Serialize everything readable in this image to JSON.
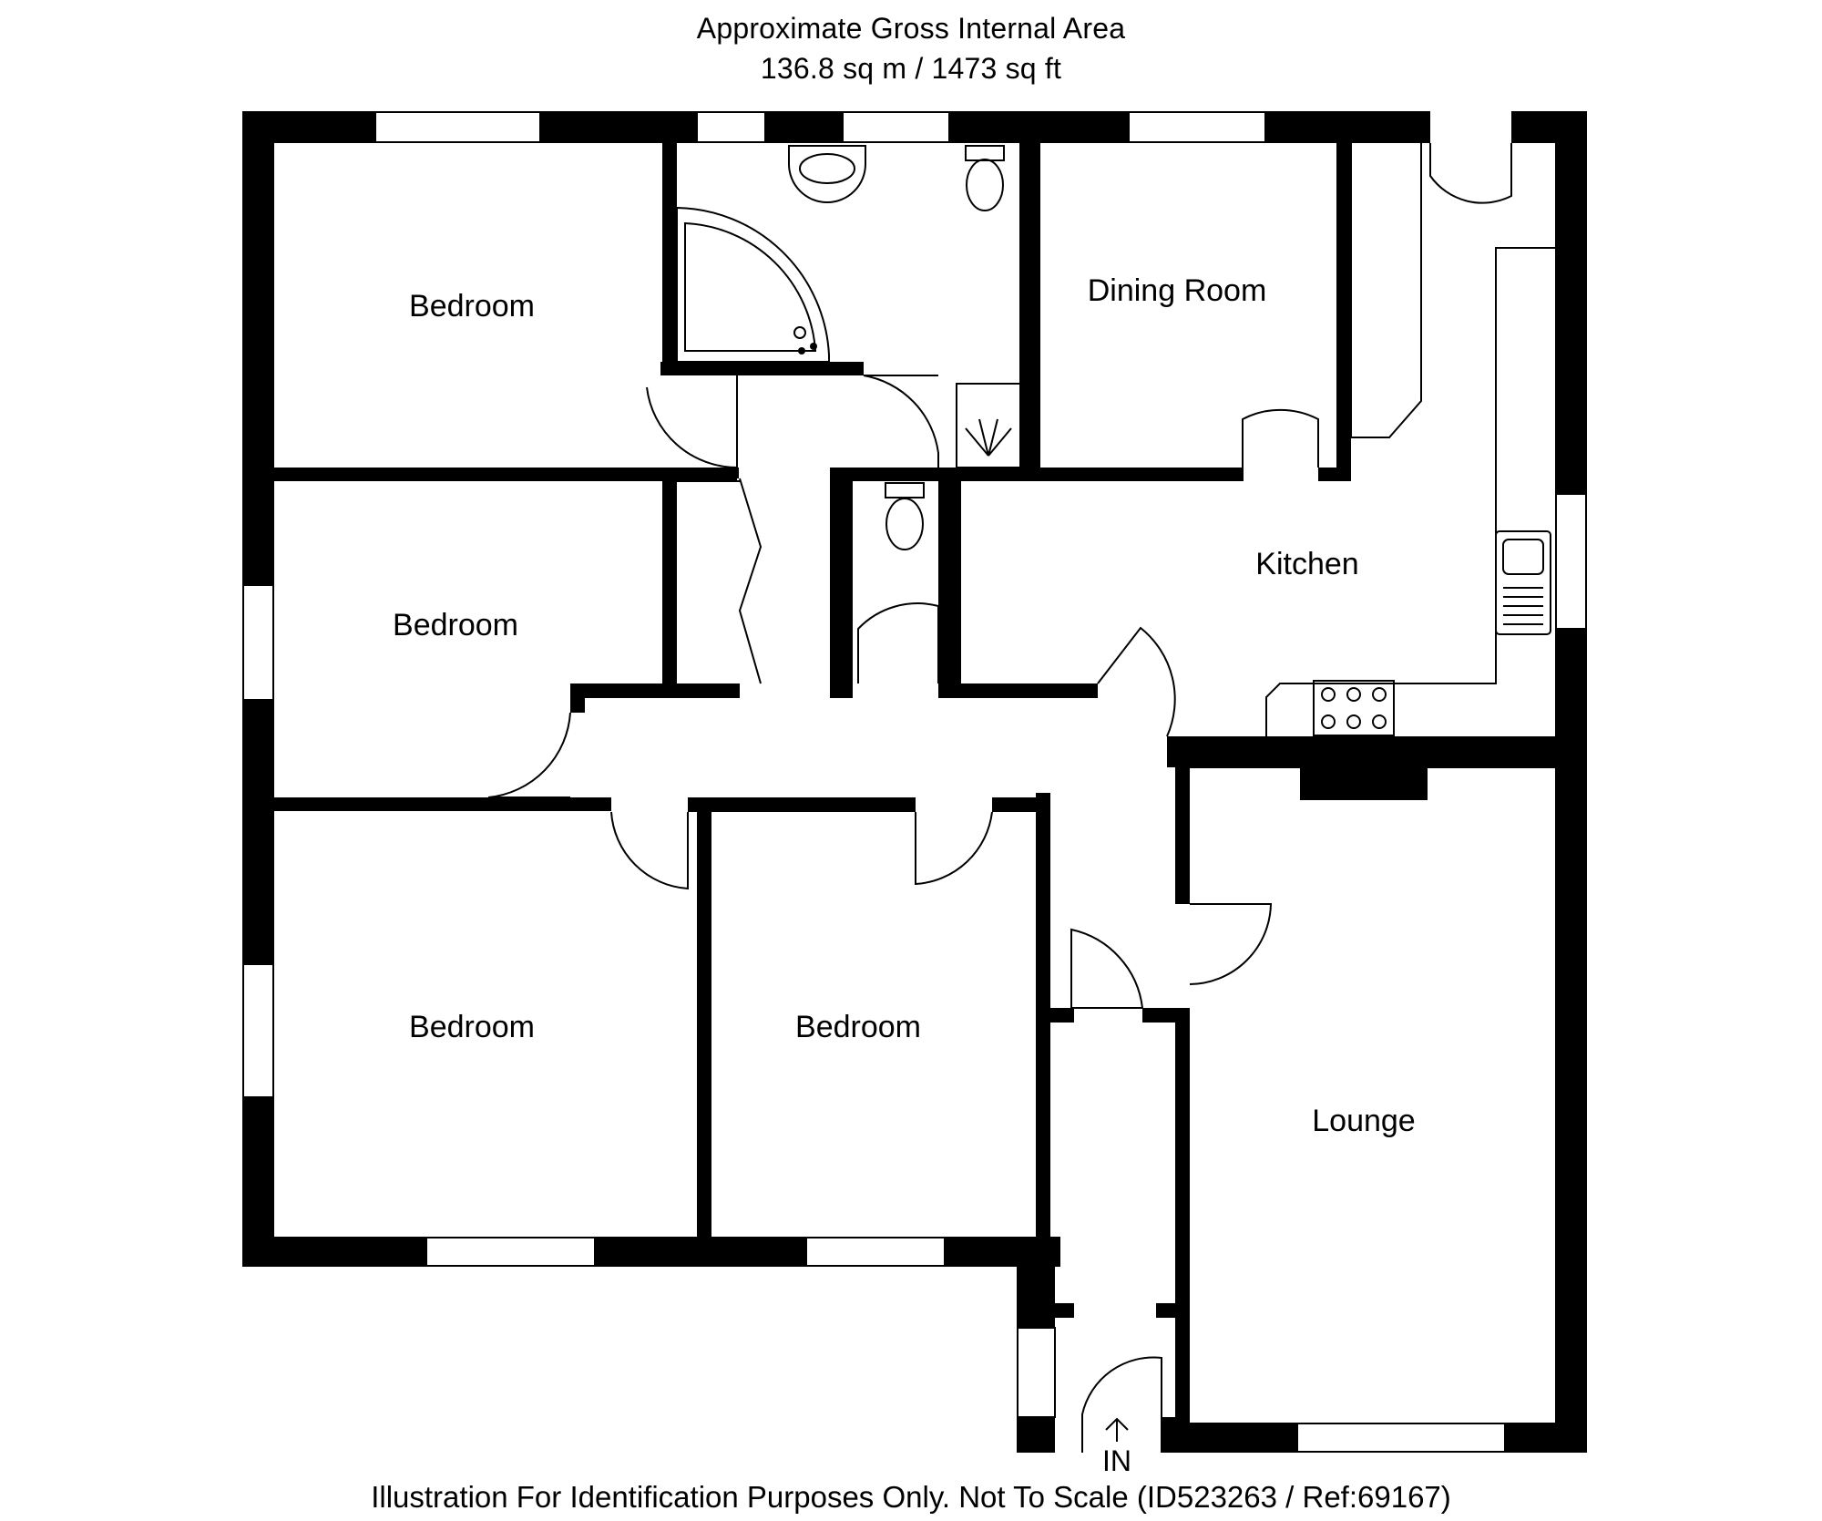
{
  "header": {
    "line1": "Approximate Gross Internal Area",
    "line2": "136.8 sq m / 1473 sq ft"
  },
  "rooms": {
    "bedroom_top": "Bedroom",
    "bedroom_middle": "Bedroom",
    "bedroom_bottom_left": "Bedroom",
    "bedroom_bottom_center": "Bedroom",
    "dining_room": "Dining Room",
    "kitchen": "Kitchen",
    "lounge": "Lounge"
  },
  "entrance": {
    "label": "IN",
    "icon": "arrow-up-icon"
  },
  "footer": {
    "text": "Illustration For Identification Purposes Only. Not To Scale (ID523263 / Ref:69167)"
  },
  "colors": {
    "wall": "#000000",
    "background": "#ffffff"
  }
}
